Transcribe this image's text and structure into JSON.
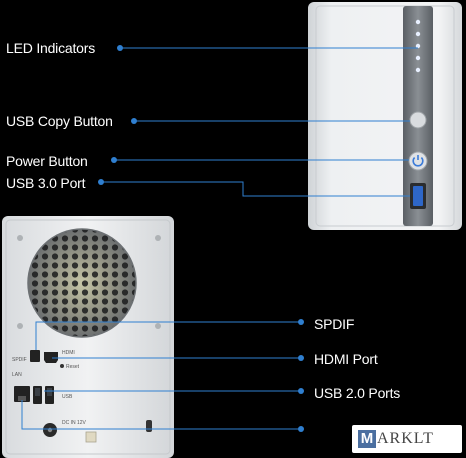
{
  "callouts": {
    "led_indicators": "LED Indicators",
    "usb_copy_button": "USB Copy Button",
    "power_button": "Power Button",
    "usb3_port": "USB 3.0 Port",
    "spdif": "SPDIF",
    "hdmi_port": "HDMI Port",
    "usb2_ports": "USB 2.0 Ports"
  },
  "rear_panel_labels": {
    "spdif": "SPDIF",
    "hdmi": "HDMI",
    "reset": "Reset",
    "lan": "LAN",
    "usb": "USB",
    "dc_in": "DC IN 12V"
  },
  "watermark": {
    "first_letter": "M",
    "rest": "ARKLT"
  },
  "colors": {
    "background": "#000000",
    "callout_line": "#2f7fd0",
    "callout_dot": "#2f7fd0",
    "device_body": "#e9ecee",
    "accent_port": "#2e67c8"
  }
}
